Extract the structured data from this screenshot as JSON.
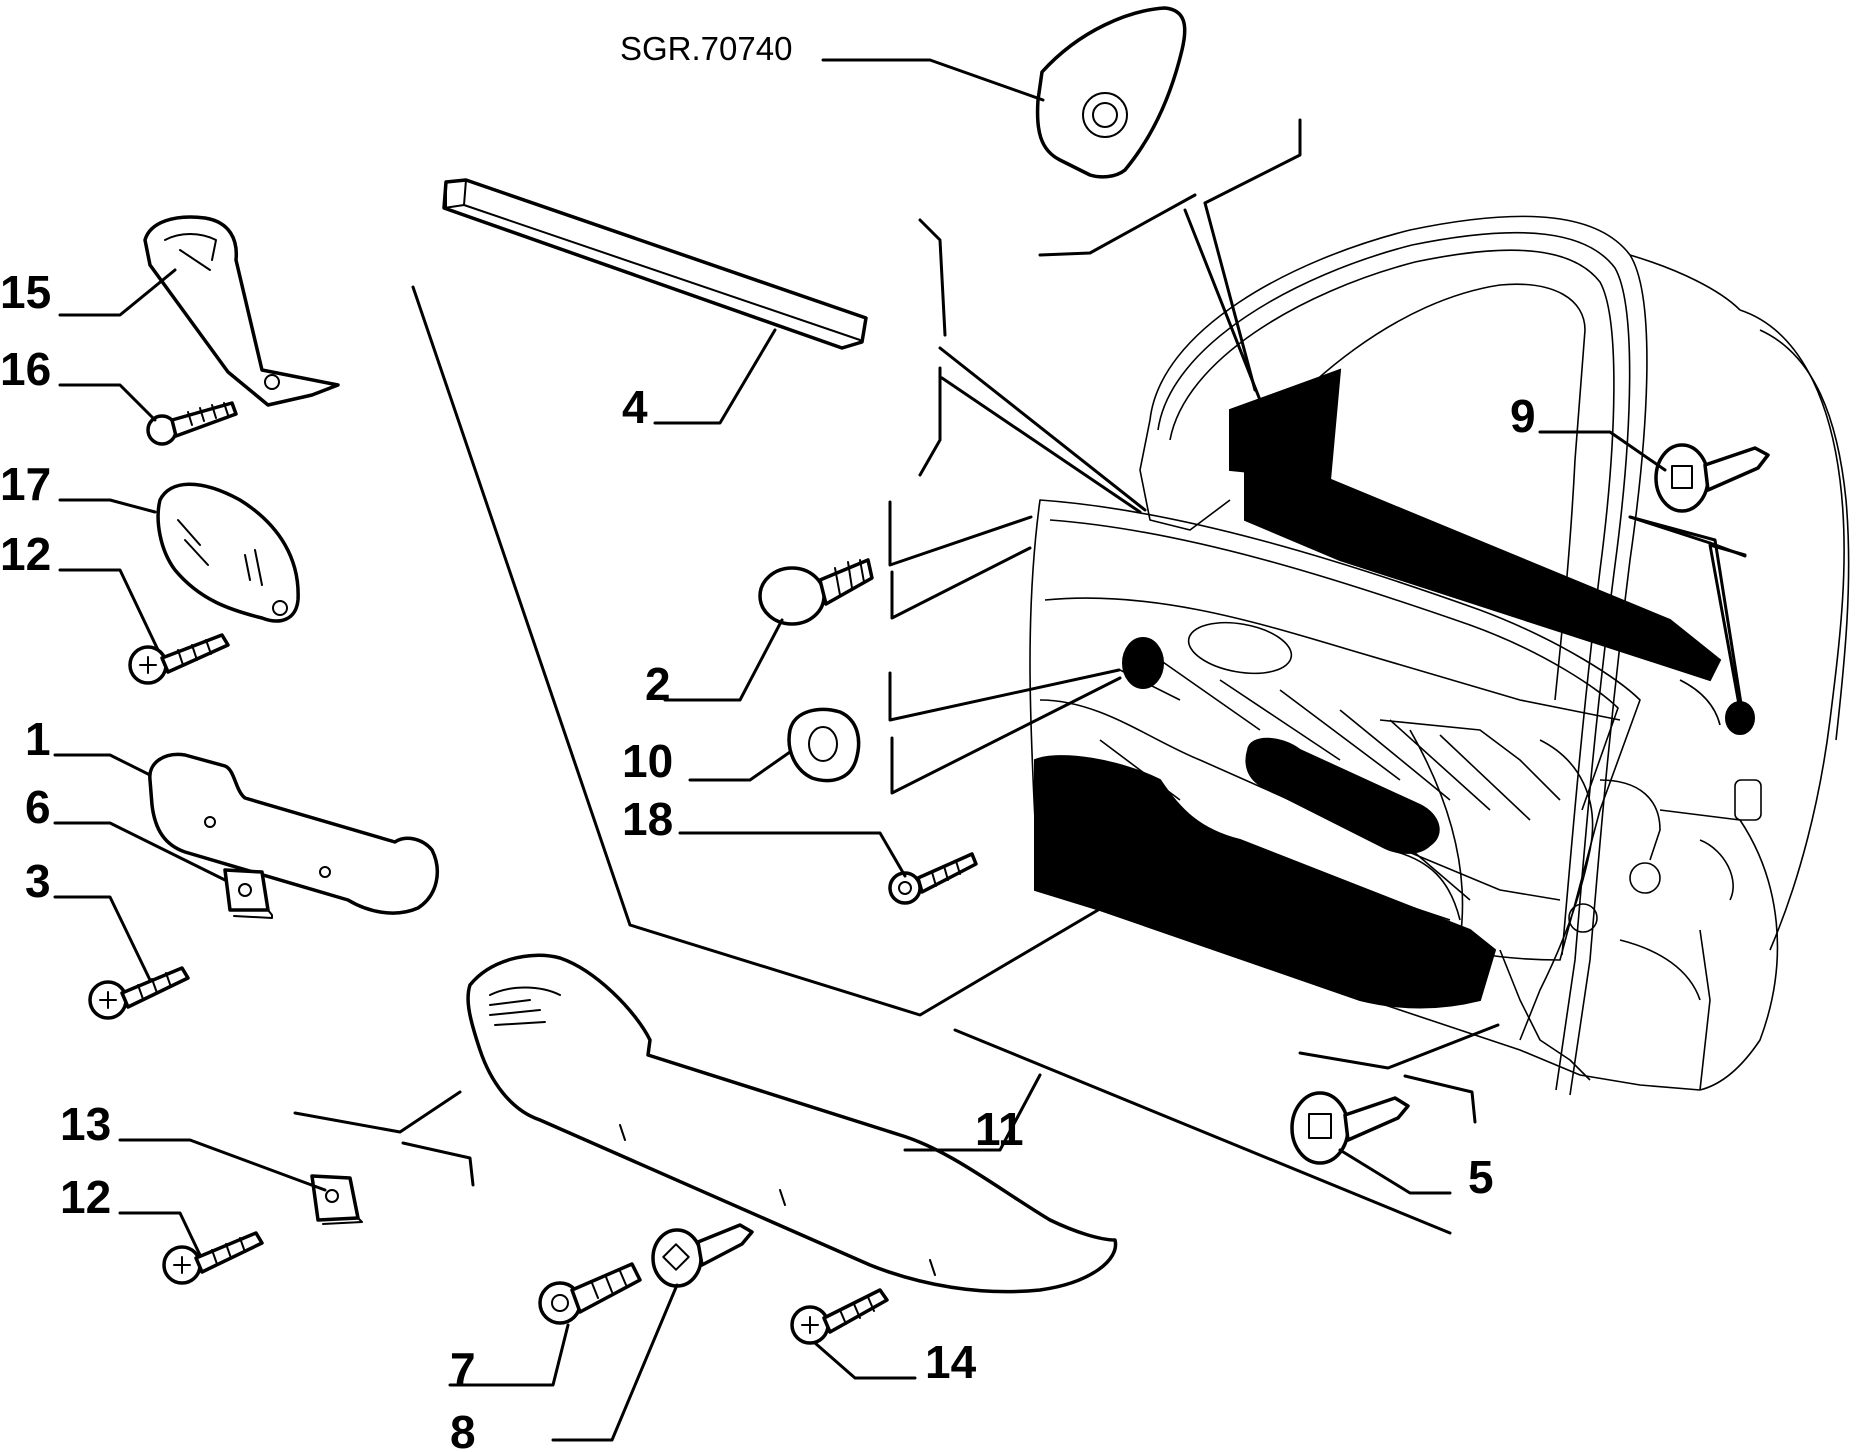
{
  "reference": "SGR.70740",
  "labels": {
    "p1": "1",
    "p2": "2",
    "p3": "3",
    "p4": "4",
    "p5": "5",
    "p6": "6",
    "p7": "7",
    "p8": "8",
    "p9": "9",
    "p10": "10",
    "p11": "11",
    "p12a": "12",
    "p12b": "12",
    "p13": "13",
    "p14": "14",
    "p15": "15",
    "p16": "16",
    "p17": "17",
    "p18": "18"
  }
}
